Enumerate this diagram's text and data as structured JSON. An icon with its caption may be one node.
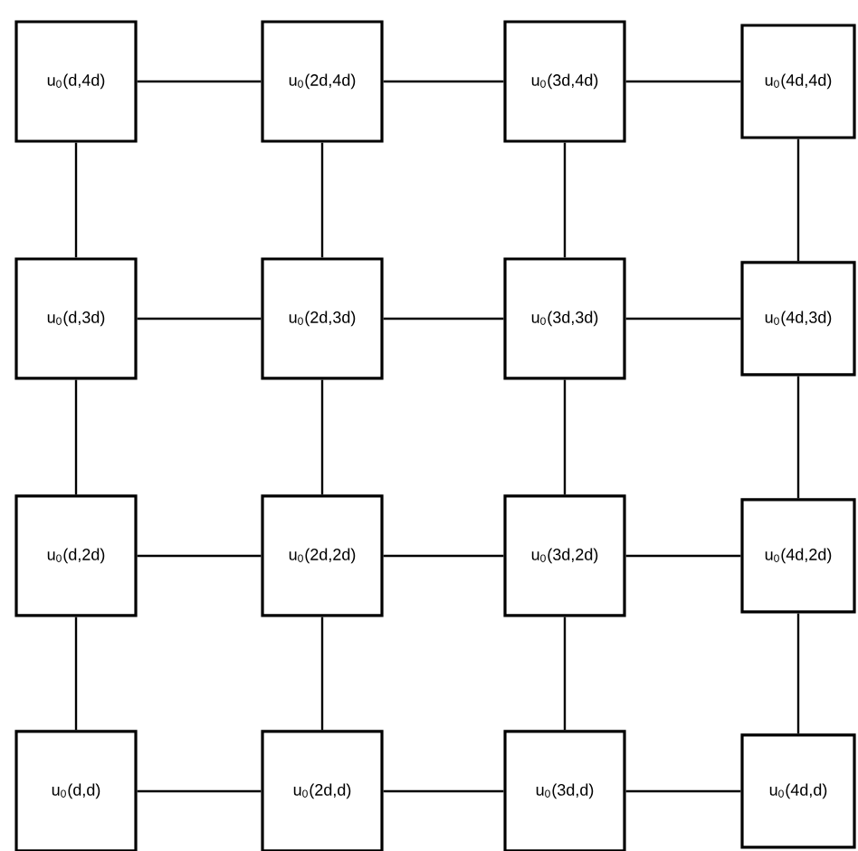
{
  "diagram": {
    "nodes": [
      {
        "text": [
          "u$_{0}$(d,4d)"
        ]
      },
      {
        "text": [
          "u$_{0}$(2d,4d)"
        ]
      },
      {
        "text": [
          "u$_{0}$(3d,4d)"
        ]
      },
      {
        "text": [
          "u$_{0}$(4d,4d)"
        ]
      },
      {
        "text": [
          "u$_{0}$(d,3d)"
        ]
      },
      {
        "text": [
          "u$_{0}$(2d,3d)"
        ]
      },
      {
        "text": [
          "u$_{0}$(3d,3d)"
        ]
      },
      {
        "text": [
          "u$_{0}$(4d,3d)"
        ]
      },
      {
        "text": [
          "u$_{0}$(d,2d)"
        ]
      },
      {
        "text": [
          "u$_{0}$(2d,2d)"
        ]
      },
      {
        "text": [
          "u$_{0}$(3d,2d)"
        ]
      },
      {
        "text": [
          "u$_{0}$(4d,2d)"
        ]
      },
      {
        "text": [
          "u$_{0}$(d,d)"
        ]
      },
      {
        "text": [
          "u$_{0}$(2d,d)"
        ]
      },
      {
        "text": [
          "u$_{0}$(3d,d)"
        ]
      },
      {
        "text": [
          "u$_{0}$(4d,d)"
        ]
      }
    ],
    "edges": [
      {
        "from": 0,
        "to": 1,
        "arrow": "none"
      },
      {
        "from": 1,
        "to": 2,
        "arrow": "none"
      },
      {
        "from": 2,
        "to": 3,
        "arrow": "none"
      },
      {
        "from": 4,
        "to": 5,
        "arrow": "none"
      },
      {
        "from": 5,
        "to": 6,
        "arrow": "none"
      },
      {
        "from": 6,
        "to": 7,
        "arrow": "none"
      },
      {
        "from": 8,
        "to": 9,
        "arrow": "none"
      },
      {
        "from": 9,
        "to": 10,
        "arrow": "none"
      },
      {
        "from": 10,
        "to": 11,
        "arrow": "none"
      },
      {
        "from": 12,
        "to": 13,
        "arrow": "none"
      },
      {
        "from": 13,
        "to": 14,
        "arrow": "none"
      },
      {
        "from": 14,
        "to": 15,
        "arrow": "none"
      },
      {
        "from": 0,
        "to": 4,
        "arrow": "none"
      },
      {
        "from": 4,
        "to": 8,
        "arrow": "none"
      },
      {
        "from": 8,
        "to": 12,
        "arrow": "none"
      },
      {
        "from": 1,
        "to": 5,
        "arrow": "none"
      },
      {
        "from": 5,
        "to": 9,
        "arrow": "none"
      },
      {
        "from": 9,
        "to": 13,
        "arrow": "none"
      },
      {
        "from": 2,
        "to": 6,
        "arrow": "none"
      },
      {
        "from": 6,
        "to": 10,
        "arrow": "none"
      },
      {
        "from": 10,
        "to": 14,
        "arrow": "none"
      },
      {
        "from": 3,
        "to": 7,
        "arrow": "none"
      },
      {
        "from": 7,
        "to": 11,
        "arrow": "none"
      },
      {
        "from": 11,
        "to": 15,
        "arrow": "none"
      }
    ]
  }
}
